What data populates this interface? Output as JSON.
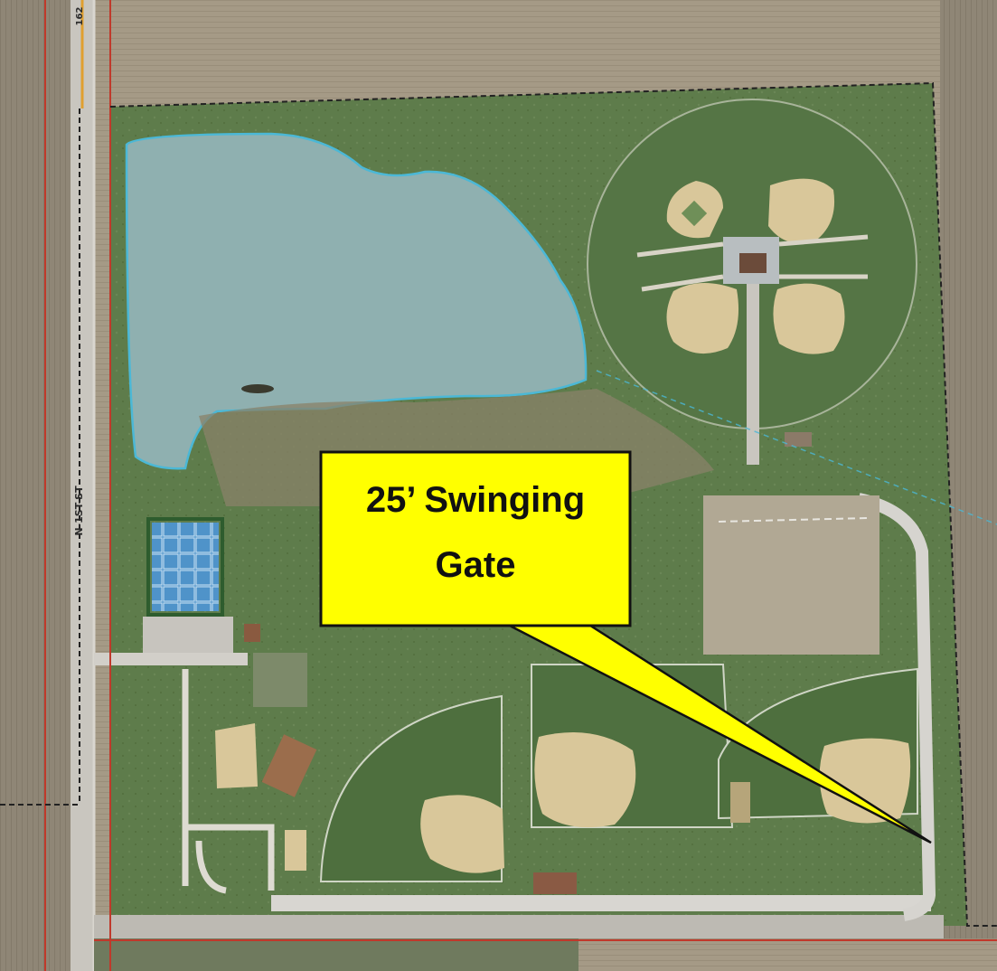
{
  "map": {
    "road_labels": {
      "north_south_road": "N-1ST-ST",
      "highway_marker": "162"
    },
    "callout": {
      "line1": "25’ Swinging",
      "line2": "Gate"
    },
    "colors": {
      "callout_fill": "#ffff00",
      "pond": "#8fb0b0",
      "pond_outline": "#4bb8d6",
      "grass": "#5d7a4a",
      "infield_dirt": "#d9c79a",
      "parcel_line": "#c0392b",
      "boundary_dash": "#222222"
    }
  }
}
